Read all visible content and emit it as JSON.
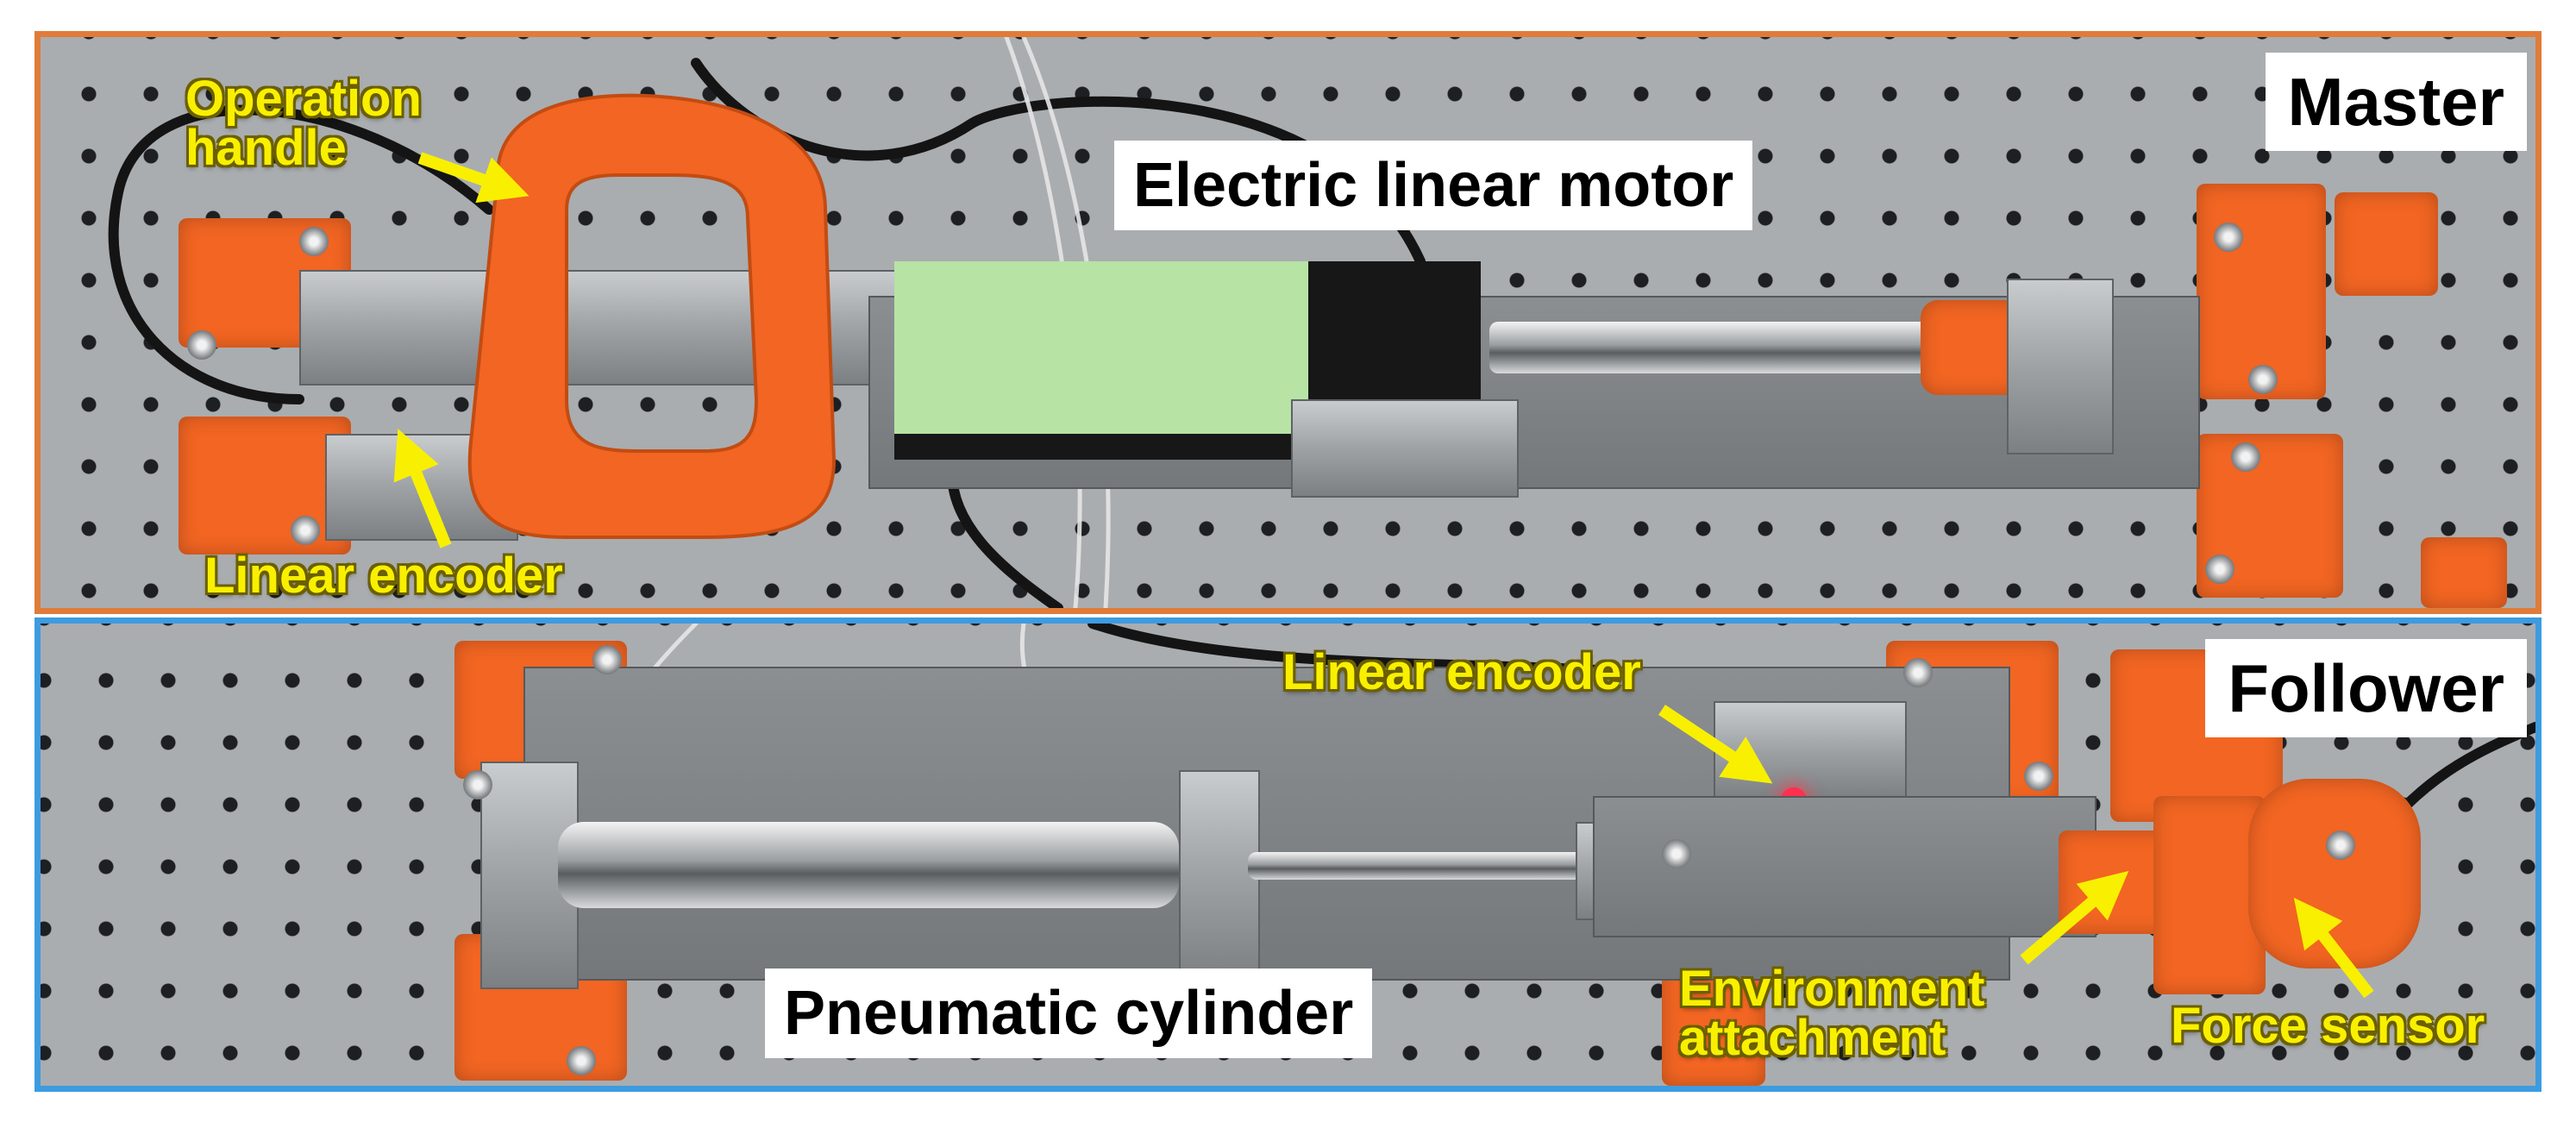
{
  "master": {
    "title": "Master",
    "labels": {
      "operation_handle": "Operation\nhandle",
      "electric_linear_motor": "Electric linear motor",
      "linear_encoder": "Linear encoder"
    }
  },
  "follower": {
    "title": "Follower",
    "labels": {
      "linear_encoder": "Linear encoder",
      "pneumatic_cylinder": "Pneumatic cylinder",
      "environment_attachment": "Environment\nattachment",
      "force_sensor": "Force sensor"
    }
  },
  "colors": {
    "master_border": "#e07b39",
    "follower_border": "#3d9be0",
    "label_yellow": "#f8f000",
    "part_orange": "#f26522"
  }
}
